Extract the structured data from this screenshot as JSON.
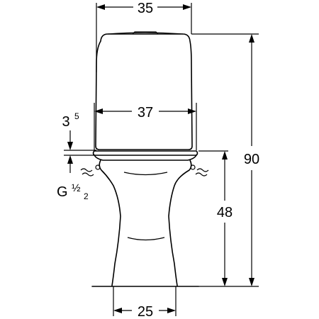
{
  "dimensions": {
    "tank_width": "35",
    "bowl_width": "37",
    "total_height": "90",
    "rim_height": "48",
    "base_width": "25",
    "seat_offset_main": "3",
    "seat_offset_sup": "5"
  },
  "connection": {
    "thread_letter": "G",
    "thread_fraction": "½",
    "thread_sub": "2"
  },
  "colors": {
    "line": "#000000",
    "background": "#ffffff"
  }
}
